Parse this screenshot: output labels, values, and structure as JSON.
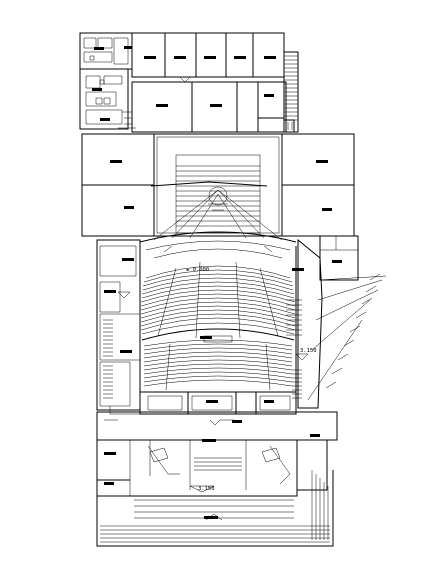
{
  "drawing": {
    "levels": {
      "stage_level": "± 0.000",
      "side_level": "3.150",
      "foyer_level": "3.150"
    }
  }
}
